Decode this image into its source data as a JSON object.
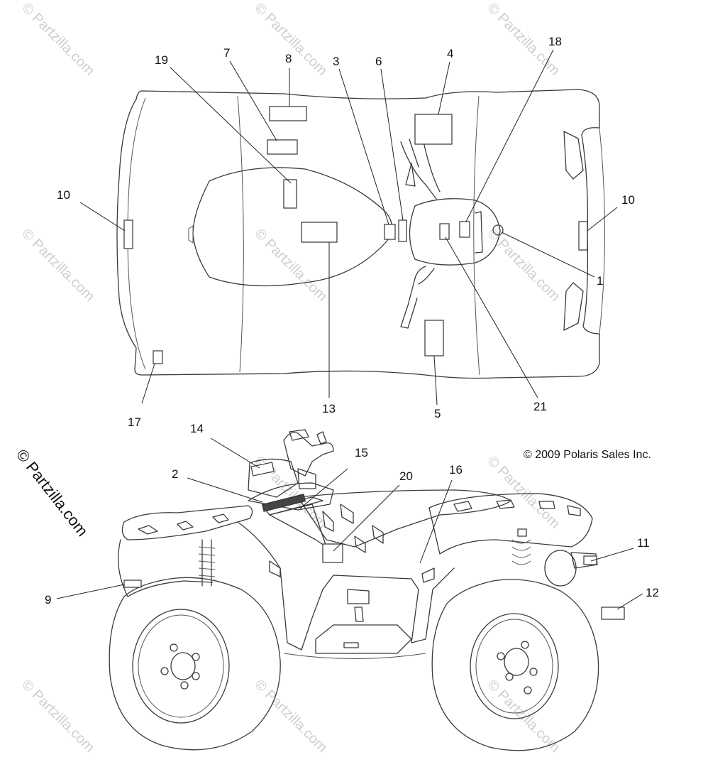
{
  "watermark": {
    "text": "© Partzilla.com",
    "side_text": "© Partzilla.com"
  },
  "copyright": "© 2009 Polaris Sales Inc.",
  "callouts": {
    "c1": "1",
    "c2": "2",
    "c3": "3",
    "c4": "4",
    "c5": "5",
    "c6": "6",
    "c7": "7",
    "c8": "8",
    "c9": "9",
    "c10a": "10",
    "c10b": "10",
    "c11": "11",
    "c12": "12",
    "c13": "13",
    "c14": "14",
    "c15": "15",
    "c16": "16",
    "c17": "17",
    "c18": "18",
    "c19": "19",
    "c20": "20",
    "c21": "21"
  },
  "colors": {
    "line": "#3a3a3a",
    "watermark": "#cfcfcf",
    "background": "#ffffff"
  }
}
